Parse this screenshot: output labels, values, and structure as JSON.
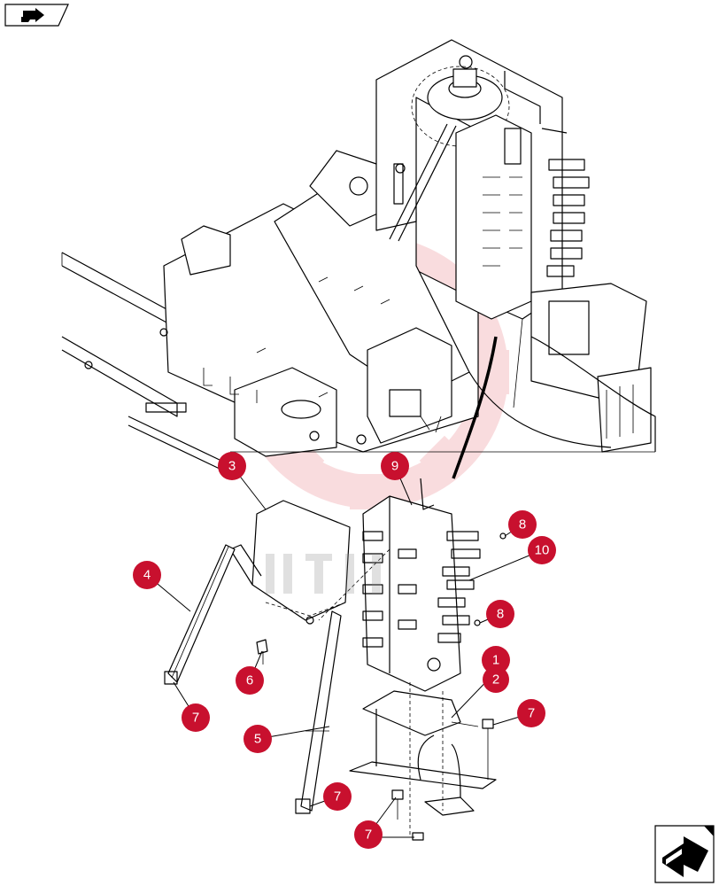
{
  "navigation": {
    "prev_icon": "arrow-right-icon",
    "next_icon": "arrow-page-icon"
  },
  "colors": {
    "callout": "#c8102e",
    "callout_text": "#ffffff",
    "watermark": "#f2b3b8"
  },
  "callouts": [
    {
      "id": "3",
      "label": "3"
    },
    {
      "id": "9",
      "label": "9"
    },
    {
      "id": "8a",
      "label": "8"
    },
    {
      "id": "10",
      "label": "10"
    },
    {
      "id": "4",
      "label": "4"
    },
    {
      "id": "8b",
      "label": "8"
    },
    {
      "id": "1",
      "label": "1"
    },
    {
      "id": "2",
      "label": "2"
    },
    {
      "id": "6",
      "label": "6"
    },
    {
      "id": "7a",
      "label": "7"
    },
    {
      "id": "7b",
      "label": "7"
    },
    {
      "id": "5",
      "label": "5"
    },
    {
      "id": "7c",
      "label": "7"
    },
    {
      "id": "7d",
      "label": "7"
    }
  ]
}
